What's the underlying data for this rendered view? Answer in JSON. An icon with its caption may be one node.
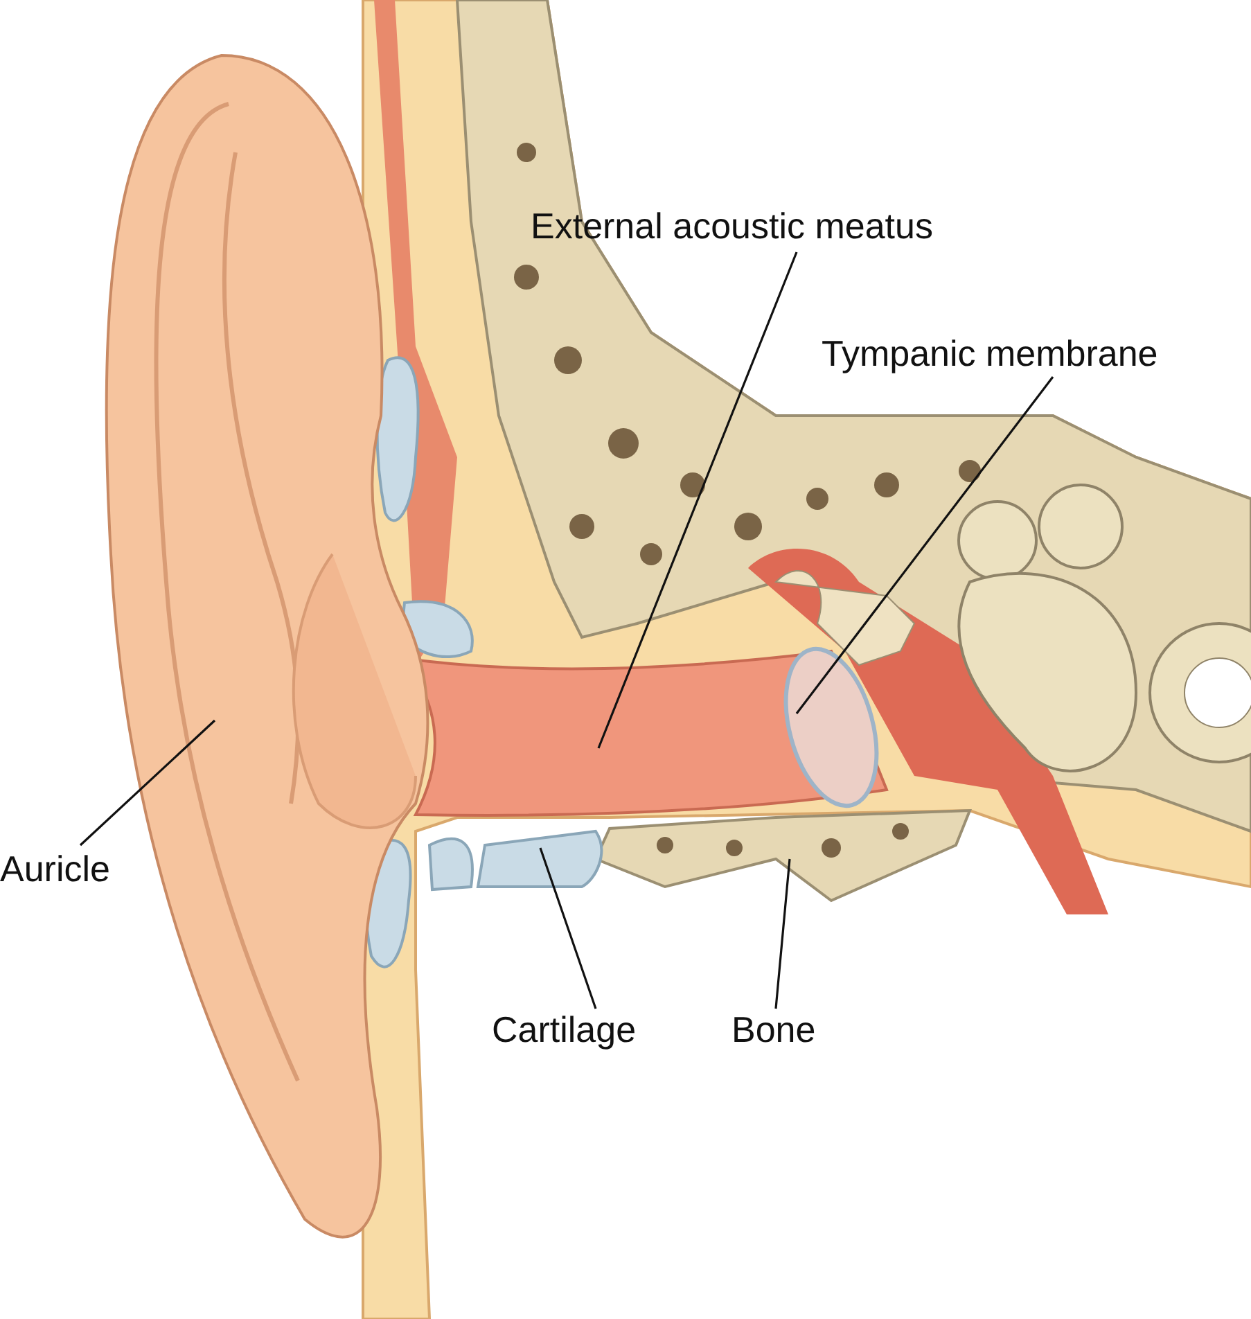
{
  "diagram": {
    "nodes": [
      {
        "text": [
          "External acoustic meatus"
        ]
      },
      {
        "text": [
          "Tympanic membrane"
        ]
      },
      {
        "text": [
          "Auricle"
        ]
      },
      {
        "text": [
          "Cartilage"
        ]
      },
      {
        "text": [
          "Bone"
        ]
      }
    ],
    "edges": [
      {
        "from": 0,
        "to": null,
        "arrow": "none"
      },
      {
        "from": 1,
        "to": null,
        "arrow": "none"
      },
      {
        "from": 2,
        "to": null,
        "arrow": "none"
      },
      {
        "from": 3,
        "to": null,
        "arrow": "none"
      },
      {
        "from": 4,
        "to": null,
        "arrow": "none"
      }
    ]
  }
}
